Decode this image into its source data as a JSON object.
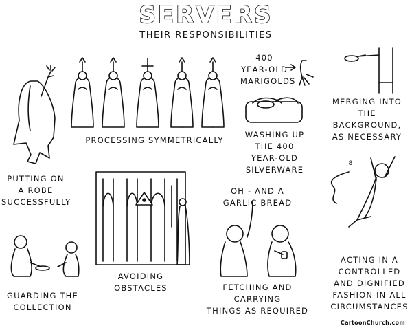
{
  "header": {
    "title": "SERVERS",
    "subtitle": "THEIR RESPONSIBILITIES"
  },
  "captions": {
    "processing": "PROCESSING SYMMETRICALLY",
    "marigolds": "400\nYEAR-OLD\nMARIGOLDS",
    "merging": "MERGING INTO\nTHE BACKGROUND,\nAS NECESSARY",
    "washing": "WASHING UP\nTHE 400\nYEAR-OLD\nSILVERWARE",
    "robe": "PUTTING ON\nA ROBE\nSUCCESSFULLY",
    "guarding": "GUARDING THE\nCOLLECTION",
    "obstacles": "AVOIDING\nOBSTACLES",
    "speech": "OH - AND A\nGARLIC BREAD",
    "fetching": "FETCHING AND CARRYING\nTHINGS AS REQUIRED",
    "acting": "ACTING IN A\nCONTROLLED\nAND DIGNIFIED\nFASHION IN ALL\nCIRCUMSTANCES",
    "flight_label": "8"
  },
  "footer": {
    "credit": "CartoonChurch.com"
  }
}
